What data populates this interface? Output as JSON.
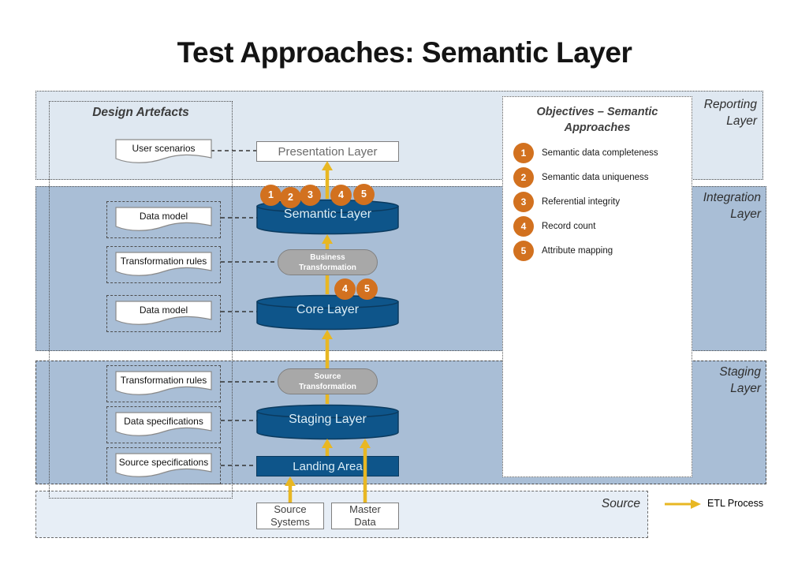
{
  "title": "Test Approaches: Semantic Layer",
  "bands": {
    "reporting": "Reporting Layer",
    "integration": "Integration Layer",
    "staging": "Staging Layer",
    "source": "Source"
  },
  "artefacts": {
    "title": "Design Artefacts",
    "user_scenarios": "User scenarios",
    "integration": [
      "Data model",
      "Transformation rules",
      "Data model"
    ],
    "staging": [
      "Transformation rules",
      "Data specifications",
      "Source specifications"
    ]
  },
  "pipeline": {
    "presentation": "Presentation Layer",
    "semantic": "Semantic Layer",
    "business_transformation": [
      "Business",
      "Transformation"
    ],
    "core": "Core Layer",
    "source_transformation": [
      "Source",
      "Transformation"
    ],
    "staging": "Staging Layer",
    "landing": "Landing Area"
  },
  "sources": {
    "source_systems": [
      "Source",
      "Systems"
    ],
    "master_data": [
      "Master",
      "Data"
    ]
  },
  "markers": {
    "semantic": [
      "1",
      "2",
      "3",
      "4",
      "5"
    ],
    "core": [
      "4",
      "5"
    ]
  },
  "objectives": {
    "title": "Objectives – Semantic Approaches",
    "items": [
      {
        "num": "1",
        "label": "Semantic data completeness"
      },
      {
        "num": "2",
        "label": "Semantic data uniqueness"
      },
      {
        "num": "3",
        "label": "Referential integrity"
      },
      {
        "num": "4",
        "label": "Record count"
      },
      {
        "num": "5",
        "label": "Attribute mapping"
      }
    ]
  },
  "legend": {
    "etl_label": "ETL Process"
  },
  "colors": {
    "band_light": "#dfe8f1",
    "band_medium": "#a9bed6",
    "band_source": "#e7eef6",
    "cylinder_blue": "#0e558a",
    "pill_gray": "#a8a8a8",
    "accent_orange": "#d2711f",
    "arrow_yellow": "#e8b723"
  }
}
